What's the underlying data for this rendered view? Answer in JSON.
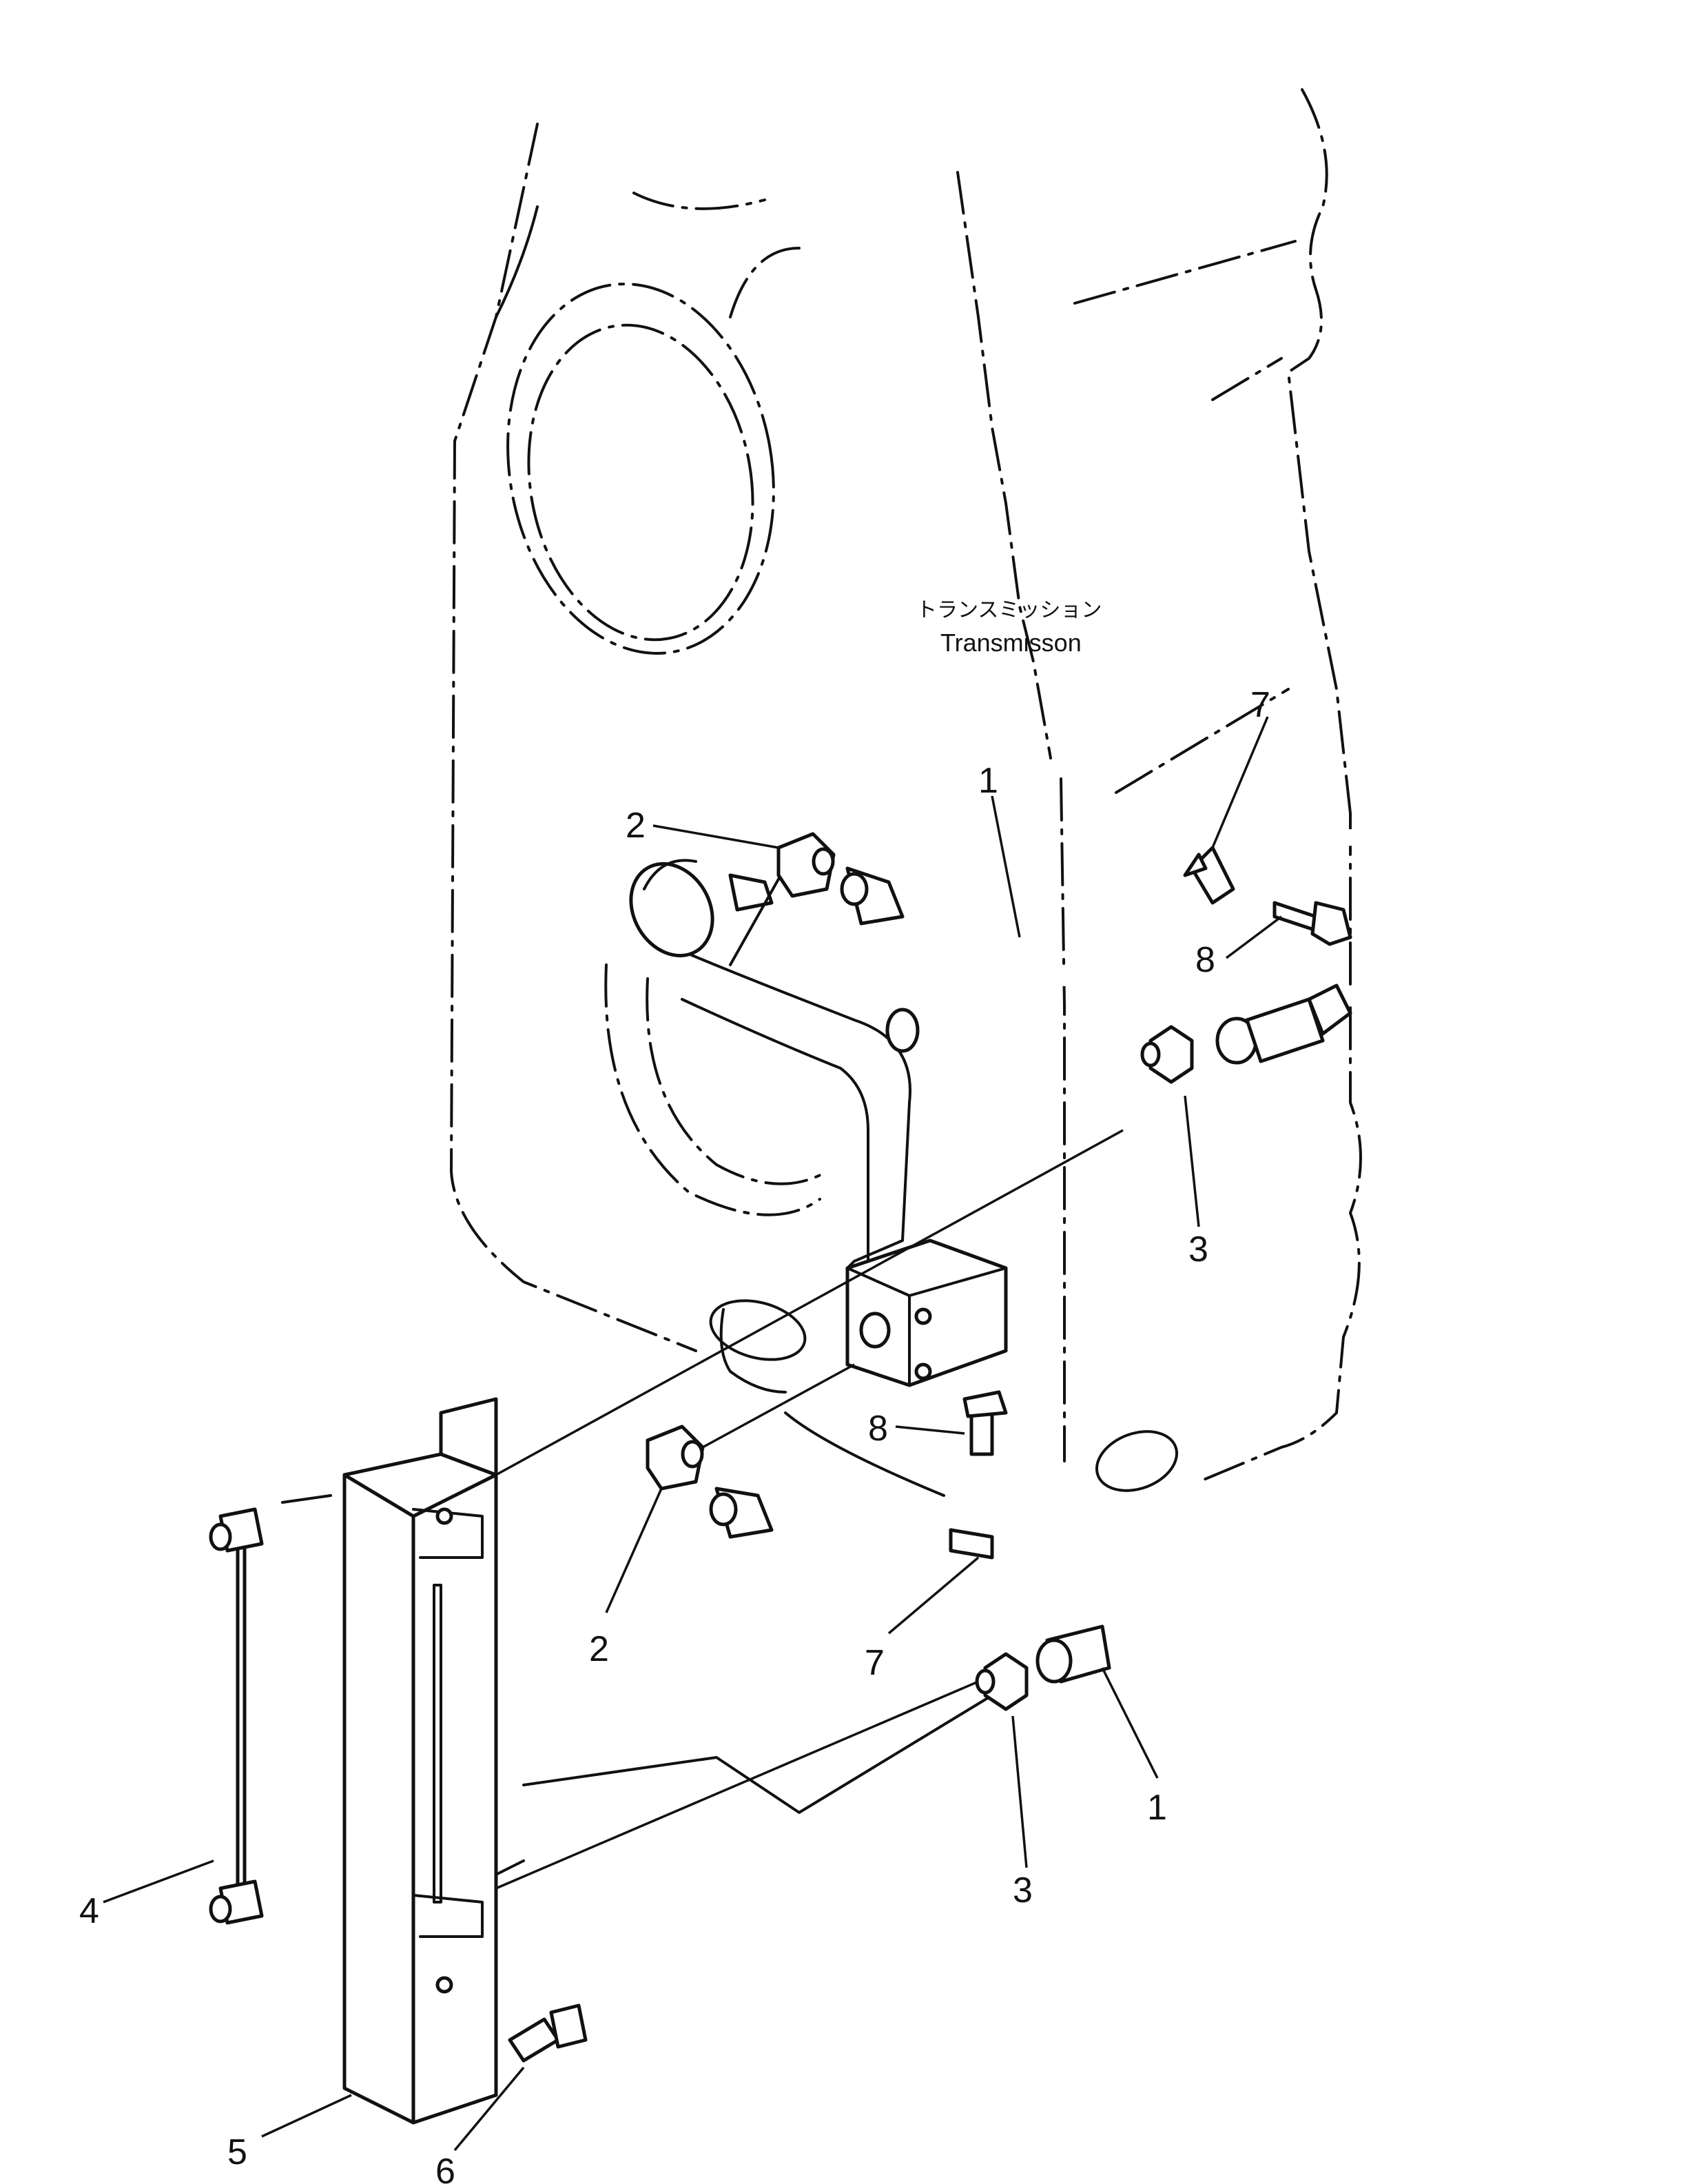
{
  "diagram": {
    "component_label_jp": "トランスミッション",
    "component_label_en": "Transmisson",
    "callouts": [
      "1",
      "2",
      "3",
      "4",
      "5",
      "6",
      "7",
      "8"
    ]
  }
}
